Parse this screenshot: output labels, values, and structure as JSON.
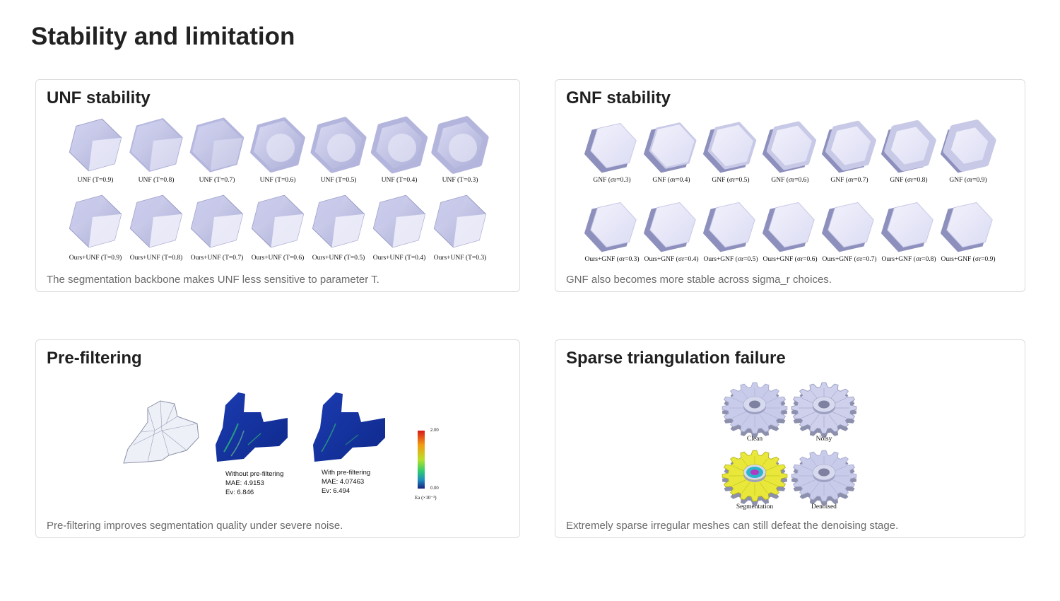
{
  "page": {
    "title": "Stability and limitation"
  },
  "panels": {
    "unf": {
      "title": "UNF stability",
      "caption": "The segmentation backbone makes UNF less sensitive to parameter T.",
      "row1": [
        "UNF (T=0.9)",
        "UNF (T=0.8)",
        "UNF (T=0.7)",
        "UNF (T=0.6)",
        "UNF (T=0.5)",
        "UNF (T=0.4)",
        "UNF (T=0.3)"
      ],
      "row2": [
        "Ours+UNF (T=0.9)",
        "Ours+UNF (T=0.8)",
        "Ours+UNF (T=0.7)",
        "Ours+UNF (T=0.6)",
        "Ours+UNF (T=0.5)",
        "Ours+UNF (T=0.4)",
        "Ours+UNF (T=0.3)"
      ]
    },
    "gnf": {
      "title": "GNF stability",
      "caption": "GNF also becomes more stable across sigma_r choices.",
      "row1": [
        "GNF (σr=0.3)",
        "GNF (σr=0.4)",
        "GNF (σr=0.5)",
        "GNF (σr=0.6)",
        "GNF (σr=0.7)",
        "GNF (σr=0.8)",
        "GNF (σr=0.9)"
      ],
      "row2": [
        "Ours+GNF (σr=0.3)",
        "Ours+GNF (σr=0.4)",
        "Ours+GNF (σr=0.5)",
        "Ours+GNF (σr=0.6)",
        "Ours+GNF (σr=0.7)",
        "Ours+GNF (σr=0.8)",
        "Ours+GNF (σr=0.9)"
      ]
    },
    "prefilter": {
      "title": "Pre-filtering",
      "caption": "Pre-filtering improves segmentation quality under severe noise.",
      "without": {
        "label": "Without pre-filtering",
        "mae": "MAE: 4.9153",
        "ev": "Ev: 6.846"
      },
      "with": {
        "label": "With pre-filtering",
        "mae": "MAE: 4.07463",
        "ev": "Ev: 6.494"
      },
      "colorbar": {
        "max": "2.00",
        "min": "0.00",
        "label": "Ea (×10⁻³)"
      }
    },
    "sparse": {
      "title": "Sparse triangulation failure",
      "caption": "Extremely sparse irregular meshes can still defeat the denoising stage.",
      "labels": [
        "Clean",
        "Noisy",
        "Segmentation",
        "Denoised"
      ]
    }
  }
}
